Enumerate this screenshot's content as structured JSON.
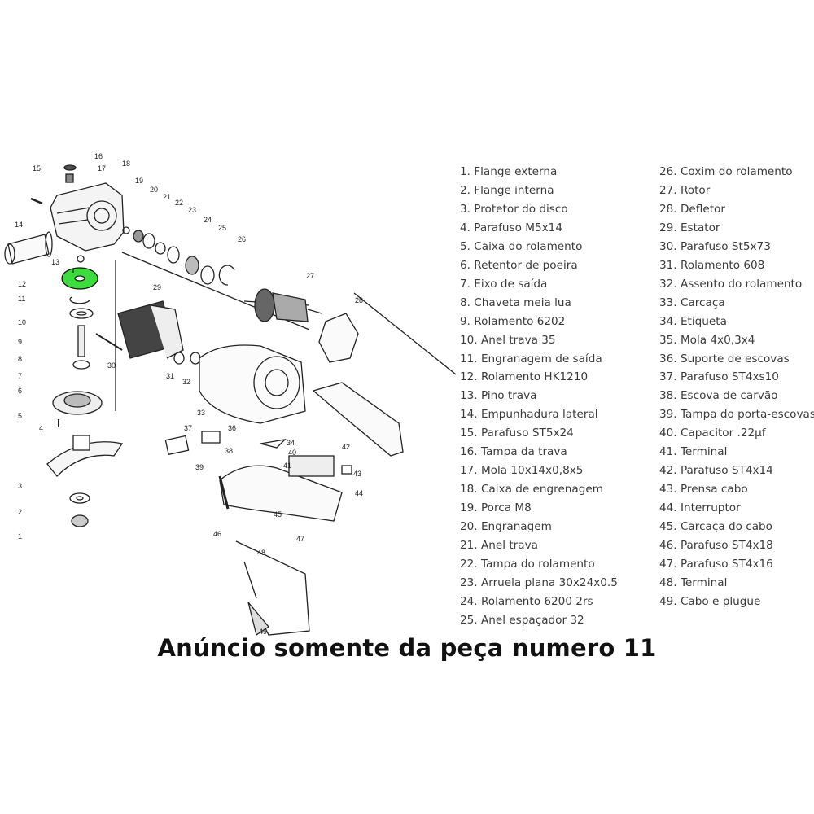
{
  "highlight_color": "#3ddc3d",
  "headline": "Anúncio somente da peça numero 11",
  "parts": [
    "1. Flange externa",
    "2. Flange interna",
    "3. Protetor do disco",
    "4. Parafuso M5x14",
    "5. Caixa do rolamento",
    "6. Retentor de poeira",
    "7. Eixo de saída",
    "8. Chaveta meia lua",
    "9. Rolamento 6202",
    "10. Anel trava 35",
    "11. Engranagem de saída",
    "12. Rolamento HK1210",
    "13. Pino trava",
    "14. Empunhadura lateral",
    "15. Parafuso ST5x24",
    "16. Tampa da trava",
    "17. Mola 10x14x0,8x5",
    "18. Caixa de engrenagem",
    "19. Porca M8",
    "20. Engranagem",
    "21. Anel trava",
    "22. Tampa do rolamento",
    "23. Arruela plana 30x24x0.5",
    "24. Rolamento 6200 2rs",
    "25. Anel espaçador 32",
    "26. Coxim do rolamento",
    "27. Rotor",
    "28. Defletor",
    "29. Estator",
    "30. Parafuso St5x73",
    "31. Rolamento 608",
    "32. Assento do rolamento",
    "33. Carcaça",
    "34. Etiqueta",
    "35. Mola 4x0,3x4",
    "36. Suporte de escovas",
    "37. Parafuso ST4xs10",
    "38. Escova de carvão",
    "39. Tampa do porta-escovas",
    "40. Capacitor .22µf",
    "41. Terminal",
    "42. Parafuso ST4x14",
    "43. Prensa cabo",
    "44. Interruptor",
    "45. Carcaça do cabo",
    "46. Parafuso ST4x18",
    "47. Parafuso ST4x16",
    "48. Terminal",
    "49. Cabo e plugue"
  ],
  "callouts": [
    "1",
    "2",
    "3",
    "4",
    "5",
    "6",
    "7",
    "8",
    "9",
    "10",
    "11",
    "12",
    "13",
    "14",
    "15",
    "16",
    "17",
    "18",
    "19",
    "20",
    "21",
    "22",
    "23",
    "24",
    "25",
    "26",
    "27",
    "28",
    "29",
    "30",
    "31",
    "32",
    "33",
    "34",
    "36",
    "37",
    "38",
    "39",
    "40",
    "41",
    "42",
    "43",
    "44",
    "45",
    "46",
    "47",
    "48",
    "49"
  ]
}
